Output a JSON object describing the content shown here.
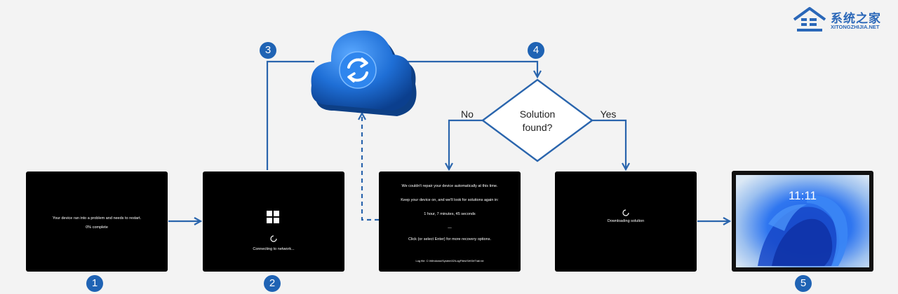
{
  "watermark": {
    "title": "系统之家",
    "subtitle": "XITONGZHIJIA.NET"
  },
  "decision": {
    "line1": "Solution",
    "line2": "found?",
    "no_label": "No",
    "yes_label": "Yes"
  },
  "steps": {
    "s1": "1",
    "s2": "2",
    "s3": "3",
    "s4": "4",
    "s5": "5"
  },
  "screen1": {
    "line1": "Your device ran into a problem and needs to restart.",
    "line2": "0% complete"
  },
  "screen2": {
    "status": "Connecting to network..."
  },
  "screen3": {
    "line1": "We couldn't repair your device automatically at this time.",
    "line2": "Keep your device on, and we'll look for solutions again in:",
    "line3": "1 hour, 7 minutes, 45 seconds",
    "line4": "—",
    "line5": "Click (or select Enter) for more recovery options.",
    "line6": "Log file: C:\\Windows\\System32\\LogFiles\\Srt\\SrtTrail.txt"
  },
  "screen4": {
    "status": "Downloading solution"
  },
  "screen5": {
    "time": "11:11"
  },
  "colors": {
    "accent": "#1f63b4",
    "arrow": "#2a65ad",
    "background": "#f3f3f3"
  }
}
